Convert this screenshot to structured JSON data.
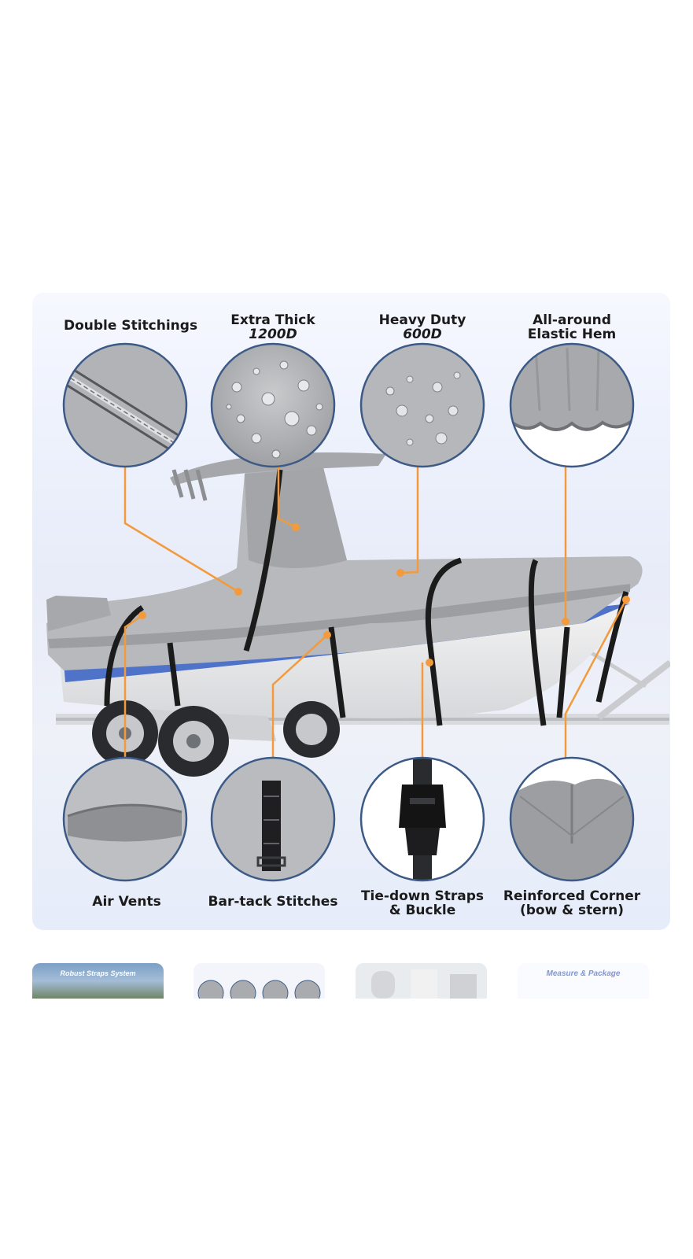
{
  "features": {
    "double_stitchings": "Double Stitchings",
    "extra_thick_l1": "Extra Thick",
    "extra_thick_l2": "1200D",
    "heavy_duty_l1": "Heavy Duty",
    "heavy_duty_l2": "600D",
    "elastic_l1": "All-around",
    "elastic_l2": "Elastic Hem",
    "air_vents": "Air Vents",
    "bar_tack": "Bar-tack Stitches",
    "straps_l1": "Tie-down Straps",
    "straps_l2": "& Buckle",
    "corner_l1": "Reinforced Corner",
    "corner_l2": "(bow & stern)"
  },
  "thumbnails": [
    {
      "caption": "Robust Straps System"
    },
    {
      "caption": ""
    },
    {
      "caption": ""
    },
    {
      "caption": "Measure & Package"
    }
  ],
  "colors": {
    "accent_line": "#f39a3c",
    "circle_border": "#3d5a86",
    "hull_stripe": "#4f73c9",
    "cover_gray": "#a9abae"
  }
}
